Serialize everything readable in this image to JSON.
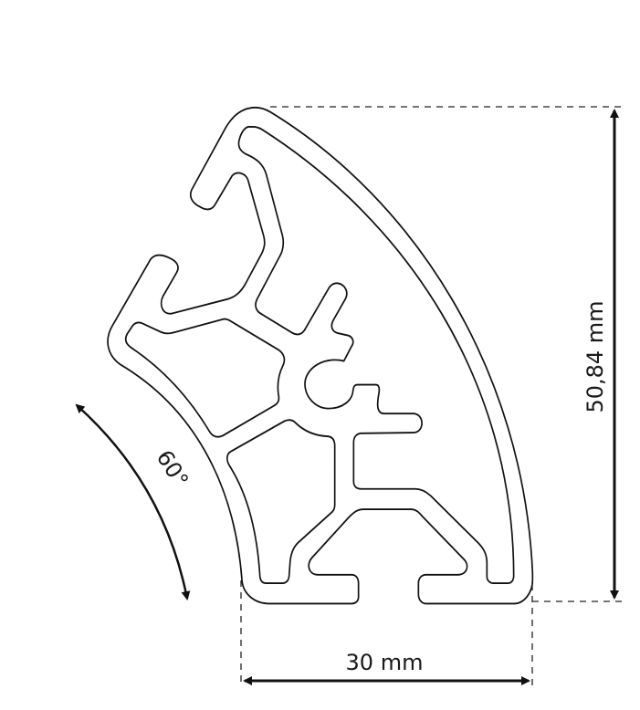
{
  "diagram": {
    "height_dimension": "50,84 mm",
    "width_dimension": "30 mm",
    "angle_dimension": "60°",
    "colors": {
      "stroke": "#111111",
      "background": "#ffffff"
    }
  }
}
